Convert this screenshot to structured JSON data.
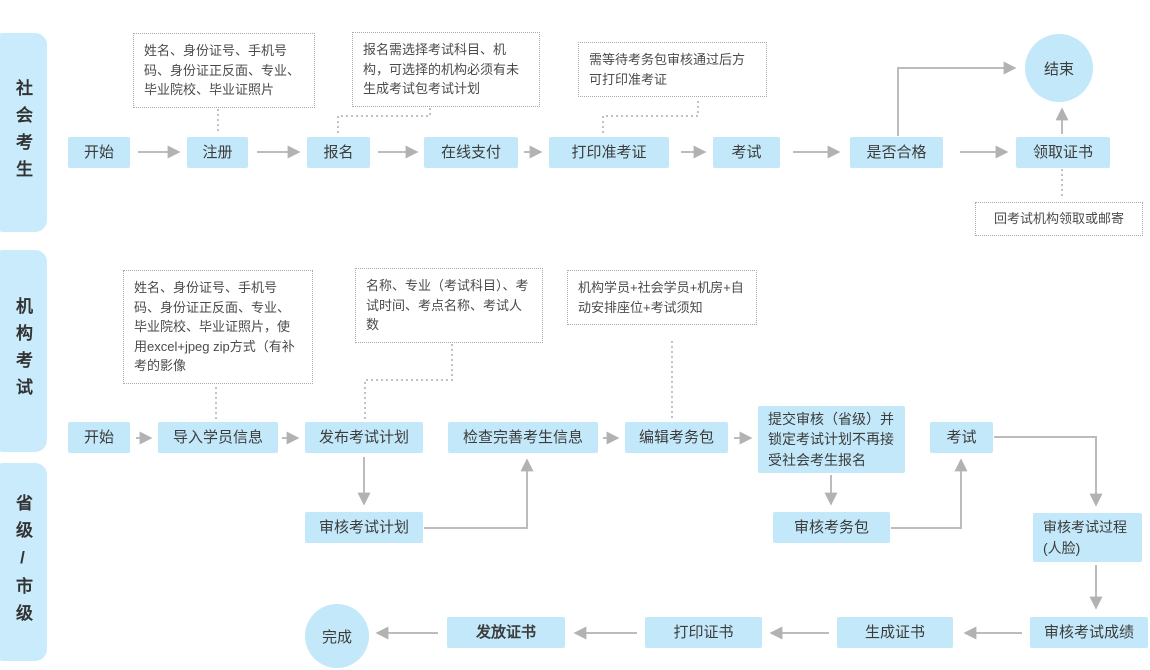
{
  "lanes": {
    "social": "社会考生",
    "institution": "机构考试",
    "provincial": "省级/市级"
  },
  "flow_social": {
    "start": "开始",
    "register": "注册",
    "signup": "报名",
    "pay_online": "在线支付",
    "print_ticket": "打印准考证",
    "exam": "考试",
    "pass_check": "是否合格",
    "get_cert": "领取证书",
    "end": "结束"
  },
  "flow_institution": {
    "start": "开始",
    "import_students": "导入学员信息",
    "publish_plan": "发布考试计划",
    "check_info": "检查完善考生信息",
    "edit_package": "编辑考务包",
    "submit_audit": "提交审核（省级）并\n锁定考试计划不再接\n受社会考生报名",
    "exam": "考试"
  },
  "flow_provincial": {
    "audit_plan": "审核考试计划",
    "audit_package": "审核考务包",
    "audit_process": "审核考试过程\n(人脸)",
    "audit_score": "审核考试成绩",
    "generate_cert": "生成证书",
    "print_cert": "打印证书",
    "issue_cert": "发放证书",
    "done": "完成"
  },
  "notes": {
    "register_fields": "姓名、身份证号、手机号码、身份证正反面、专业、毕业院校、毕业证照片",
    "signup_rule": "报名需选择考试科目、机构，可选择的机构必须有未生成考试包考试计划",
    "print_rule": "需等待考务包审核通过后方可打印准考证",
    "cert_delivery": "回考试机构领取或邮寄",
    "import_fields": "姓名、身份证号、手机号码、身份证正反面、专业、毕业院校、毕业证照片，使用excel+jpeg zip方式（有补考的影像",
    "plan_fields": "名称、专业（考试科目）、考试时间、考点名称、考试人数",
    "package_fields": "机构学员+社会学员+机房+自动安排座位+考试须知"
  },
  "colors": {
    "node_fill": "#c3e8f9",
    "lane_fill": "#c9ebfb",
    "arrow": "#b9b9b9",
    "note_border": "#a9a9a9",
    "text": "#3c3c3c"
  }
}
